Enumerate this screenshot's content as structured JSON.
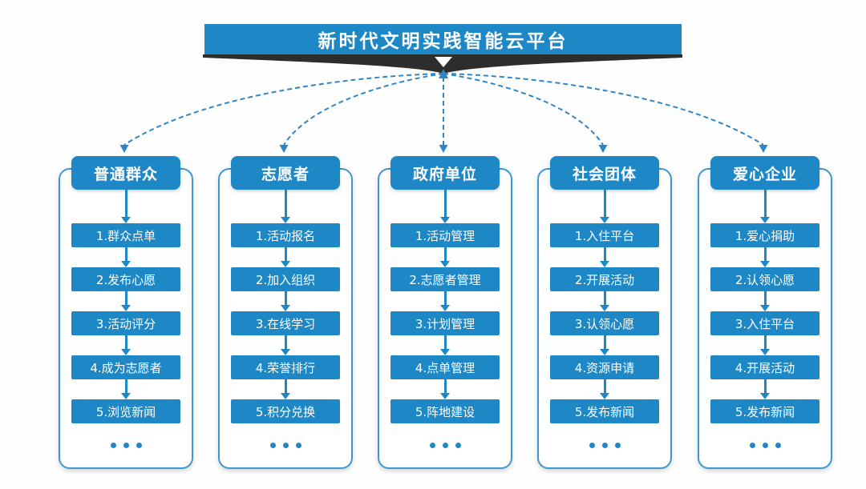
{
  "diagram": {
    "title": "新时代文明实践智能云平台",
    "more_indicator": "...",
    "columns": [
      {
        "header": "普通群众",
        "steps": [
          "1.群众点单",
          "2.发布心愿",
          "3.活动评分",
          "4.成为志愿者",
          "5.浏览新闻"
        ]
      },
      {
        "header": "志愿者",
        "steps": [
          "1.活动报名",
          "2.加入组织",
          "3.在线学习",
          "4.荣誉排行",
          "5.积分兑换"
        ]
      },
      {
        "header": "政府单位",
        "steps": [
          "1.活动管理",
          "2.志愿者管理",
          "3.计划管理",
          "4.点单管理",
          "5.阵地建设"
        ]
      },
      {
        "header": "社会团体",
        "steps": [
          "1.入住平台",
          "2.开展活动",
          "3.认领心愿",
          "4.资源申请",
          "5.发布新闻"
        ]
      },
      {
        "header": "爱心企业",
        "steps": [
          "1.爱心捐助",
          "2.认领心愿",
          "3.入住平台",
          "4.开展活动",
          "5.发布新闻"
        ]
      }
    ],
    "colors": {
      "primary_blue": "#1E87C5",
      "ribbon_dark": "#2D2D2D",
      "container_border": "#3F97D0",
      "connector_blue": "#2E86C8",
      "background": "#FEFEFE"
    },
    "icons": {
      "banner_arrow": "down-arrow",
      "hub_arrow": "up-arrow",
      "flow_arrow": "down-arrow",
      "ellipsis": "..."
    }
  }
}
